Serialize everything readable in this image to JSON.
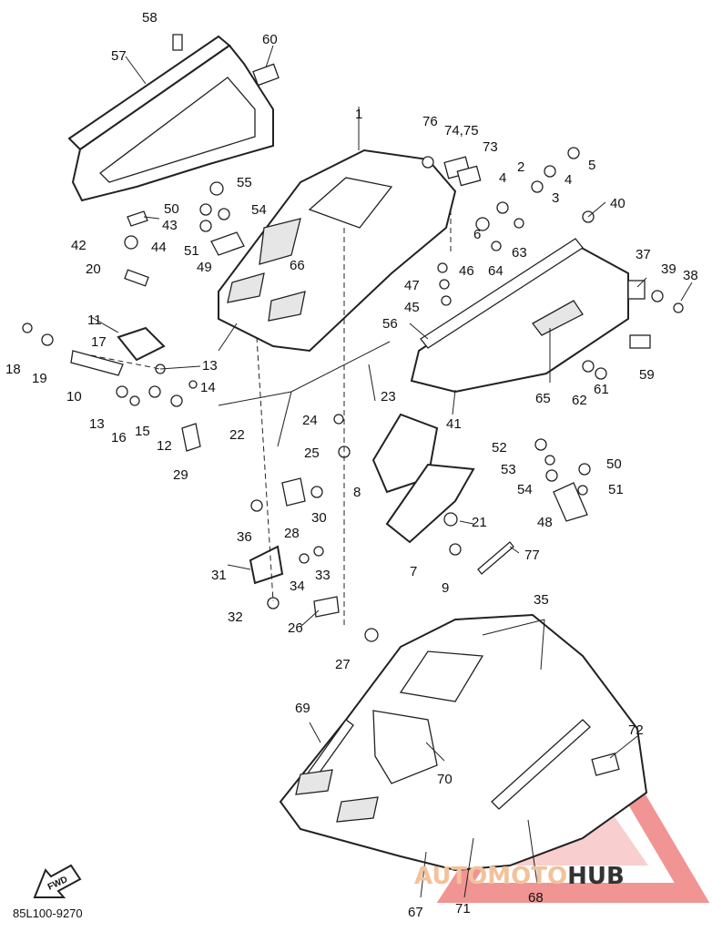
{
  "diagram_code": "85L100-9270",
  "fwd_label": "FWD",
  "watermark": {
    "text_a": "AUTOMOTO",
    "text_b": "HUB",
    "color_a": "#f2c29a",
    "color_b": "#333333",
    "triangle_color": "#e63c3c"
  },
  "callouts": {
    "c1": "1",
    "c2": "2",
    "c3": "3",
    "c4a": "4",
    "c4b": "4",
    "c5": "5",
    "c6": "6",
    "c7": "7",
    "c8": "8",
    "c9": "9",
    "c10": "10",
    "c11": "11",
    "c12": "12",
    "c13a": "13",
    "c13b": "13",
    "c14": "14",
    "c15": "15",
    "c16": "16",
    "c17": "17",
    "c18": "18",
    "c19": "19",
    "c20": "20",
    "c21": "21",
    "c22": "22",
    "c23": "23",
    "c24": "24",
    "c25": "25",
    "c26": "26",
    "c27": "27",
    "c28": "28",
    "c29": "29",
    "c30": "30",
    "c31": "31",
    "c32": "32",
    "c33": "33",
    "c34": "34",
    "c35": "35",
    "c36": "36",
    "c37": "37",
    "c38": "38",
    "c39": "39",
    "c40": "40",
    "c41": "41",
    "c42": "42",
    "c43": "43",
    "c44": "44",
    "c45": "45",
    "c46": "46",
    "c47": "47",
    "c48": "48",
    "c49": "49",
    "c50a": "50",
    "c50b": "50",
    "c51a": "51",
    "c51b": "51",
    "c52": "52",
    "c53": "53",
    "c54a": "54",
    "c54b": "54",
    "c55": "55",
    "c56": "56",
    "c57": "57",
    "c58": "58",
    "c59": "59",
    "c60": "60",
    "c61": "61",
    "c62": "62",
    "c63": "63",
    "c64": "64",
    "c65": "65",
    "c66": "66",
    "c67": "67",
    "c68": "68",
    "c69": "69",
    "c70": "70",
    "c71": "71",
    "c72": "72",
    "c73": "73",
    "c74_75": "74,75",
    "c76": "76",
    "c77": "77"
  }
}
